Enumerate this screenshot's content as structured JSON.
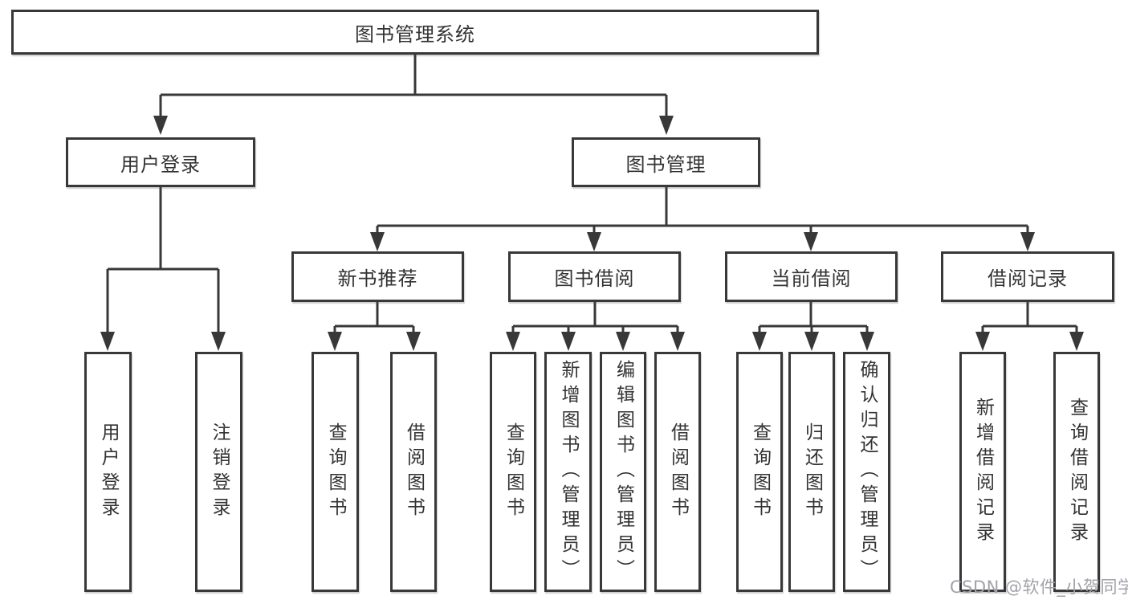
{
  "tree": {
    "root": {
      "label": "图书管理系统"
    },
    "branches": [
      {
        "label": "用户登录",
        "children": [
          {
            "label": "用户登录"
          },
          {
            "label": "注销登录"
          }
        ]
      },
      {
        "label": "图书管理",
        "children": [
          {
            "label": "新书推荐",
            "children": [
              {
                "label": "查询图书"
              },
              {
                "label": "借阅图书"
              }
            ]
          },
          {
            "label": "图书借阅",
            "children": [
              {
                "label": "查询图书"
              },
              {
                "label": "新增图书（管理员）"
              },
              {
                "label": "编辑图书（管理员）"
              },
              {
                "label": "借阅图书"
              }
            ]
          },
          {
            "label": "当前借阅",
            "children": [
              {
                "label": "查询图书"
              },
              {
                "label": "归还图书"
              },
              {
                "label": "确认归还（管理员）"
              }
            ]
          },
          {
            "label": "借阅记录",
            "children": [
              {
                "label": "新增借阅记录"
              },
              {
                "label": "查询借阅记录"
              }
            ]
          }
        ]
      }
    ]
  },
  "watermark": "CSDN @软件_小贺同学",
  "colors": {
    "line": "#383838",
    "border": "#383838",
    "text": "#333333",
    "background": "#ffffff",
    "watermark": "#a2a2aa"
  }
}
